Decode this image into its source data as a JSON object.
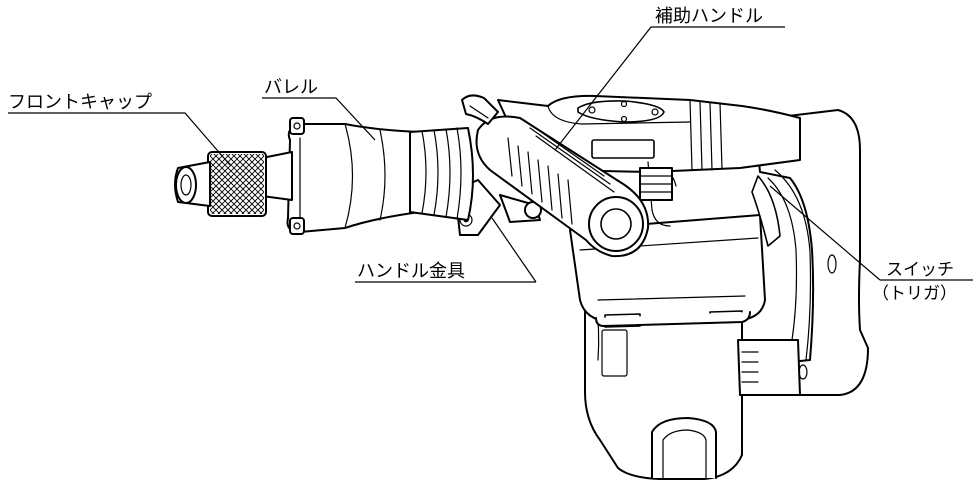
{
  "labels": {
    "front_cap": "フロントキャップ",
    "barrel": "バレル",
    "aux_handle": "補助ハンドル",
    "handle_bracket": "ハンドル金具",
    "switch_line1": "スイッチ",
    "switch_line2": "（トリガ）"
  }
}
